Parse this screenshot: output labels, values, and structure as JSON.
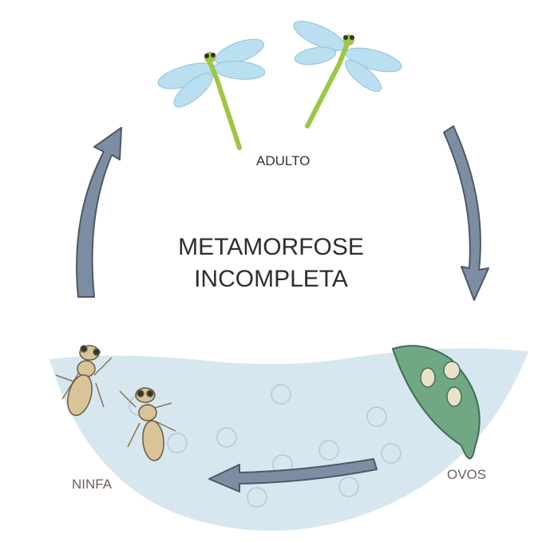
{
  "title": {
    "line1": "METAMORFOSE",
    "line2": "INCOMPLETA"
  },
  "stages": {
    "adult": "ADULTO",
    "nymph": "NINFA",
    "eggs": "OVOS"
  },
  "colors": {
    "water": "#d6e7f0",
    "arrow": "#7d8ea2",
    "arrow_outline": "#4e5866",
    "leaf": "#6fa882",
    "dragonfly_body": "#9cc743",
    "wing": "#b9dff0",
    "nymph": "#d9c49a"
  }
}
